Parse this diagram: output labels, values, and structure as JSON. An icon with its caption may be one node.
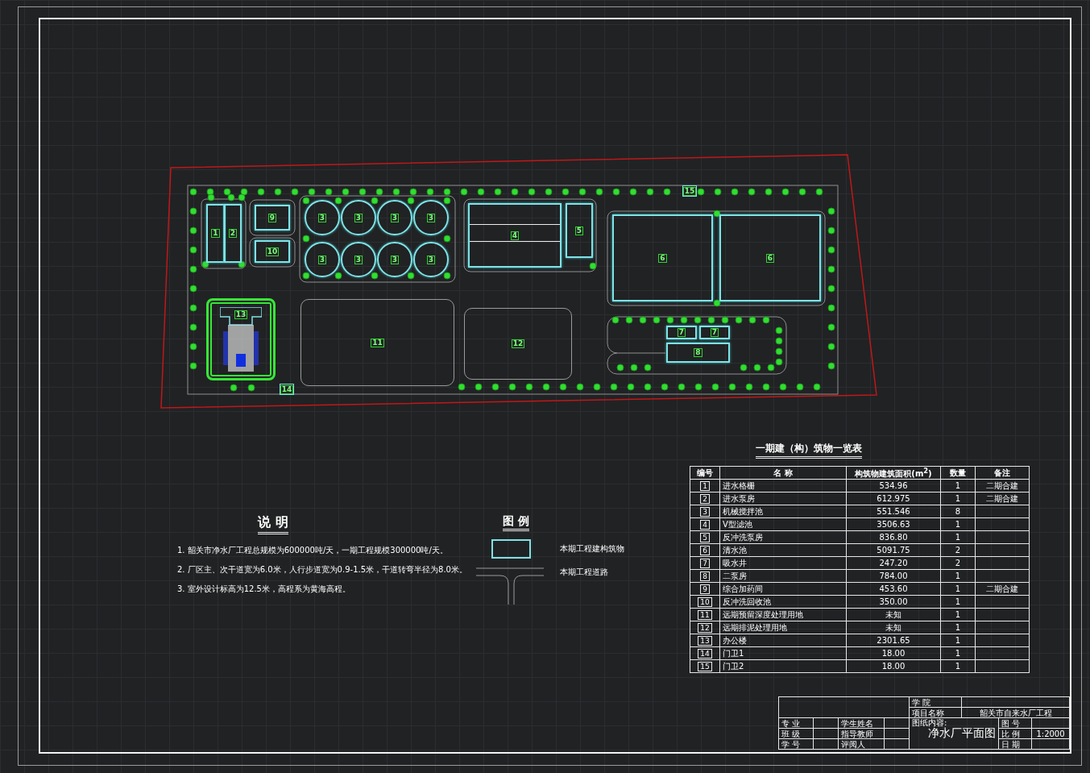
{
  "diagram": {
    "nodes": [
      {
        "text": [
          "1"
        ]
      },
      {
        "text": [
          "2"
        ]
      },
      {
        "text": [
          "9"
        ]
      },
      {
        "text": [
          "10"
        ]
      },
      {
        "text": [
          "3"
        ]
      },
      {
        "text": [
          "3"
        ]
      },
      {
        "text": [
          "3"
        ]
      },
      {
        "text": [
          "3"
        ]
      },
      {
        "text": [
          "3"
        ]
      },
      {
        "text": [
          "3"
        ]
      },
      {
        "text": [
          "3"
        ]
      },
      {
        "text": [
          "3"
        ]
      },
      {
        "text": [
          "4"
        ]
      },
      {
        "text": [
          "5"
        ]
      },
      {
        "text": [
          "6"
        ]
      },
      {
        "text": [
          "6"
        ]
      },
      {
        "text": [
          "7"
        ]
      },
      {
        "text": [
          "7"
        ]
      },
      {
        "text": [
          "8"
        ]
      },
      {
        "text": [
          "13"
        ]
      },
      {
        "text": [
          "11"
        ]
      },
      {
        "text": [
          "12"
        ]
      },
      {
        "text": [
          "15"
        ]
      },
      {
        "text": [
          "14"
        ]
      }
    ],
    "labels": [
      "说 明",
      "1. 韶关市净水厂工程总规模为600000吨/天，一期工程规模300000吨/天。",
      "2. 厂区主、次干道宽为6.0米，人行步道宽为0.9-1.5米，干道转弯半径为8.0米。",
      "3. 室外设计标高为12.5米，高程系为黄海高程。",
      "图 例",
      "一期建（构）筑物一览表",
      "编号",
      "名 称",
      "构筑物建筑面积(m$^{2}$)",
      "数量",
      "备注",
      "1",
      "进水格栅",
      "534.96",
      "1",
      "二期合建",
      "2",
      "进水泵房",
      "612.975",
      "1",
      "二期合建",
      "3",
      "机械搅拌池",
      "551.546",
      "8",
      "4",
      "V型滤池",
      "3506.63",
      "1",
      "5",
      "反冲洗泵房",
      "836.80",
      "1",
      "6",
      "清水池",
      "5091.75",
      "2",
      "7",
      "吸水井",
      "247.20",
      "2",
      "8",
      "二泵房",
      "784.00",
      "1",
      "9",
      "综合加药间",
      "453.60",
      "1",
      "二期合建",
      "10",
      "反冲洗回收池",
      "350.00",
      "1",
      "11",
      "远期预留深度处理用地",
      "未知",
      "1",
      "12",
      "远期排泥处理用地",
      "未知",
      "1",
      "13",
      "办公楼",
      "2301.65",
      "1",
      "14",
      "门卫1",
      "18.00",
      "1",
      "15",
      "门卫2",
      "18.00",
      "1",
      "学 院",
      "项目名称",
      "韶关市自来水厂工程",
      "专 业",
      "学生姓名",
      "图纸内容:",
      "净水厂平面图",
      "图 号",
      "班 级",
      "指导教师",
      "比 例",
      "1:2000",
      "学 号",
      "评阅人",
      "日 期"
    ],
    "legend": [
      {
        "text": "本期工程建构筑物"
      },
      {
        "text": "本期工程道路"
      }
    ]
  }
}
